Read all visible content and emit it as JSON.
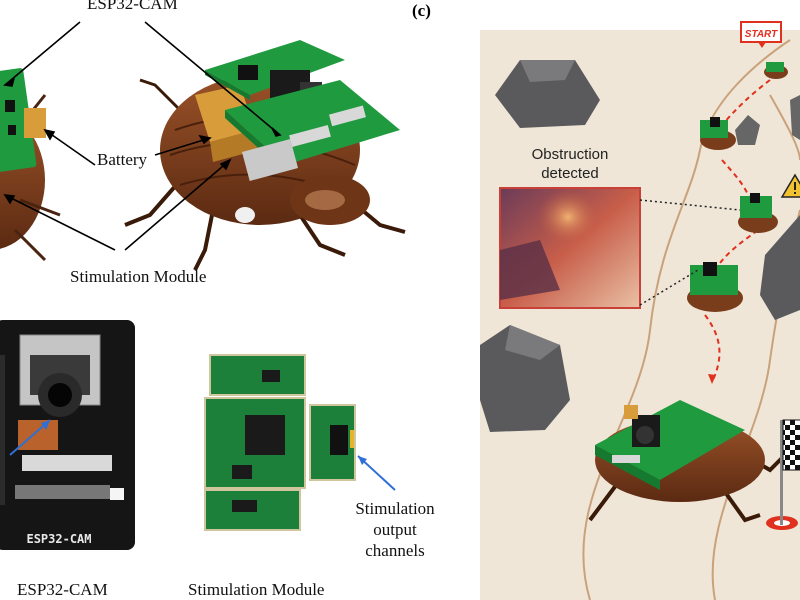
{
  "panel_a": {
    "label_esp32_cam": "ESP32-CAM",
    "label_battery": "Battery",
    "label_stimulation_module": "Stimulation  Module"
  },
  "panel_b": {
    "board_silkscreen": "ESP32-CAM",
    "caption_esp32_cam": "ESP32-CAM",
    "caption_stimulation_module": "Stimulation  Module",
    "label_output_line1": "Stimulation",
    "label_output_line2": "output",
    "label_output_line3": "channels"
  },
  "panel_c": {
    "panel_label": "(c)",
    "start_sign": "START",
    "obstruction_line1": "Obstruction",
    "obstruction_line2": "detected"
  },
  "colors": {
    "pcb_green": "#1f9a3e",
    "cockroach_brown": "#7a3d1c",
    "arrow_red": "#e0301e",
    "rock_gray": "#5a5a5c",
    "ground_beige": "#efe6d8",
    "callout_arrow_blue": "#2f6fd6"
  },
  "icons": [
    "warning-icon",
    "checkered-flag-icon",
    "start-sign-icon"
  ]
}
